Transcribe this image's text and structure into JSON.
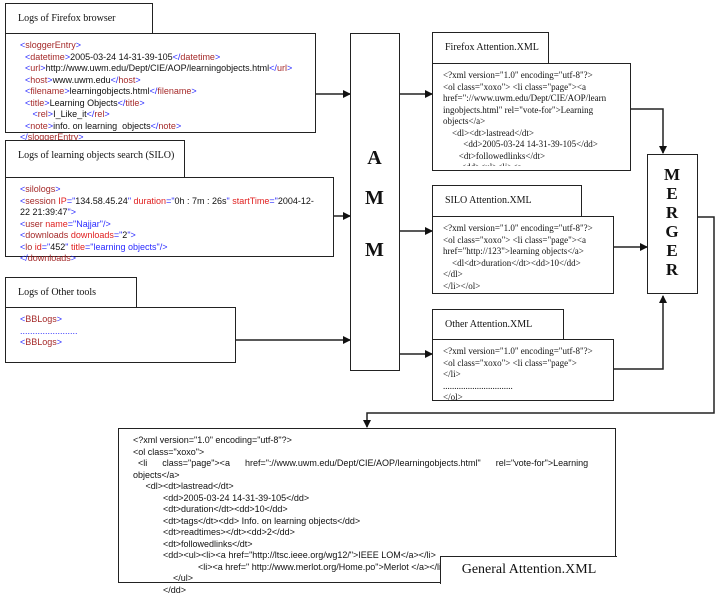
{
  "inputs": {
    "firefox": {
      "title": "Logs of Firefox browser",
      "lines": [
        [
          [
            "b",
            "<"
          ],
          [
            "t",
            "sloggerEntry"
          ],
          [
            "b",
            ">"
          ]
        ],
        [
          [
            "s",
            "  "
          ],
          [
            "b",
            "<"
          ],
          [
            "t",
            "datetime"
          ],
          [
            "b",
            ">"
          ],
          [
            "s",
            "2005-03-24 14-31-39-105"
          ],
          [
            "b",
            "</"
          ],
          [
            "t",
            "datetime"
          ],
          [
            "b",
            ">"
          ]
        ],
        [
          [
            "s",
            "  "
          ],
          [
            "b",
            "<"
          ],
          [
            "t",
            "url"
          ],
          [
            "b",
            ">"
          ],
          [
            "s",
            "http://www.uwm.edu/Dept/CIE/AOP/learningobjects.html"
          ],
          [
            "b",
            "</"
          ],
          [
            "t",
            "url"
          ],
          [
            "b",
            ">"
          ]
        ],
        [
          [
            "s",
            "  "
          ],
          [
            "b",
            "<"
          ],
          [
            "t",
            "host"
          ],
          [
            "b",
            ">"
          ],
          [
            "s",
            "www.uwm.edu"
          ],
          [
            "b",
            "</"
          ],
          [
            "t",
            "host"
          ],
          [
            "b",
            ">"
          ]
        ],
        [
          [
            "s",
            "  "
          ],
          [
            "b",
            "<"
          ],
          [
            "t",
            "filename"
          ],
          [
            "b",
            ">"
          ],
          [
            "s",
            "learningobjects.html"
          ],
          [
            "b",
            "</"
          ],
          [
            "t",
            "filename"
          ],
          [
            "b",
            ">"
          ]
        ],
        [
          [
            "s",
            "  "
          ],
          [
            "b",
            "<"
          ],
          [
            "t",
            "title"
          ],
          [
            "b",
            ">"
          ],
          [
            "s",
            "Learning Objects"
          ],
          [
            "b",
            "</"
          ],
          [
            "t",
            "title"
          ],
          [
            "b",
            ">"
          ]
        ],
        [
          [
            "s",
            "     "
          ],
          [
            "b",
            "<"
          ],
          [
            "t",
            "rel"
          ],
          [
            "b",
            ">"
          ],
          [
            "s",
            "I_Like_it"
          ],
          [
            "b",
            "</"
          ],
          [
            "t",
            "rel"
          ],
          [
            "b",
            ">"
          ]
        ],
        [
          [
            "s",
            "  "
          ],
          [
            "b",
            "<"
          ],
          [
            "t",
            "note"
          ],
          [
            "b",
            ">"
          ],
          [
            "s",
            "info. on learning  objects"
          ],
          [
            "b",
            "</"
          ],
          [
            "t",
            "note"
          ],
          [
            "b",
            ">"
          ]
        ],
        [
          [
            "b",
            "</"
          ],
          [
            "t",
            "sloggerEntry"
          ],
          [
            "b",
            ">"
          ]
        ]
      ]
    },
    "silo": {
      "title": "Logs of learning objects search (SILO)",
      "lines": [
        [
          [
            "b",
            "<"
          ],
          [
            "t",
            "silologs"
          ],
          [
            "b",
            ">"
          ]
        ],
        [
          [
            "b",
            "<"
          ],
          [
            "t",
            "session "
          ],
          [
            "a",
            "IP"
          ],
          [
            "b",
            "=\""
          ],
          [
            "s",
            "134.58.45.24"
          ],
          [
            "b",
            "\""
          ],
          [
            "a",
            " duration"
          ],
          [
            "b",
            "=\""
          ],
          [
            "s",
            "0h : 7m : 26s"
          ],
          [
            "b",
            "\""
          ],
          [
            "a",
            " startTime"
          ],
          [
            "b",
            "=\""
          ],
          [
            "s",
            "2004-12-"
          ]
        ],
        [
          [
            "s",
            "22 21:39:47"
          ],
          [
            "b",
            "\">"
          ]
        ],
        [
          [
            "b",
            "<"
          ],
          [
            "t",
            "user "
          ],
          [
            "a",
            "name"
          ],
          [
            "b",
            "=\""
          ],
          [
            "v",
            "Najjar"
          ],
          [
            "b",
            "\"/>"
          ]
        ],
        [
          [
            "b",
            "<"
          ],
          [
            "t",
            "downloads "
          ],
          [
            "a",
            "downloads"
          ],
          [
            "b",
            "=\""
          ],
          [
            "s",
            "2"
          ],
          [
            "b",
            "\">"
          ]
        ],
        [
          [
            "b",
            "<"
          ],
          [
            "t",
            "lo "
          ],
          [
            "a",
            "id"
          ],
          [
            "b",
            "=\""
          ],
          [
            "s",
            "452"
          ],
          [
            "b",
            "\""
          ],
          [
            "a",
            " title"
          ],
          [
            "b",
            "=\""
          ],
          [
            "v",
            "learning objects"
          ],
          [
            "b",
            "\"/>"
          ]
        ],
        [
          [
            "b",
            "</"
          ],
          [
            "t",
            "downloads"
          ],
          [
            "b",
            ">"
          ]
        ]
      ]
    },
    "other": {
      "title": "Logs of Other tools",
      "lines": [
        [
          [
            "b",
            "<"
          ],
          [
            "t",
            "BBLogs"
          ],
          [
            "b",
            ">"
          ]
        ],
        [
          [
            "d",
            "......................."
          ]
        ],
        [
          [
            "b",
            "<"
          ],
          [
            "t",
            "BBLogs"
          ],
          [
            "b",
            ">"
          ]
        ]
      ]
    }
  },
  "processor": {
    "letters": [
      "A",
      "M",
      "M"
    ]
  },
  "attention": {
    "firefox": {
      "title": "Firefox Attention.XML",
      "lines": [
        "<?xml version=\"1.0\" encoding=\"utf-8\"?>",
        "<ol class=\"xoxo\"> <li class=\"page\"><a",
        "href=\"://www.uwm.edu/Dept/CIE/AOP/learn",
        "ingobjects.html\" rel=\"vote-for\">Learning",
        "objects</a>",
        "    <dl><dt>lastread</dt>",
        "         <dd>2005-03-24 14-31-39-105</dd>",
        "       <dt>followedlinks</dt>",
        "        <dd><ul><li><a"
      ]
    },
    "silo": {
      "title": "SILO Attention.XML",
      "lines": [
        "<?xml version=\"1.0\" encoding=\"utf-8\"?>",
        "<ol class=\"xoxo\"> <li class=\"page\"><a",
        "href=\"http://123\">learning objects</a>",
        "    <dl<dt>duration</dt><dd>10</dd>",
        "</dl>",
        "</li></ol>"
      ]
    },
    "other": {
      "title": "Other Attention.XML",
      "lines": [
        "<?xml version=\"1.0\" encoding=\"utf-8\"?>",
        "<ol class=\"xoxo\"> <li class=\"page\">",
        "</li>",
        "...............................",
        "</ol>"
      ]
    }
  },
  "merger": {
    "letters": [
      "M",
      "E",
      "R",
      "G",
      "E",
      "R"
    ]
  },
  "general": {
    "title": "General Attention.XML",
    "lines": [
      "<?xml version=\"1.0\" encoding=\"utf-8\"?>",
      "<ol class=\"xoxo\">",
      "  <li      class=\"page\"><a      href=\"://www.uwm.edu/Dept/CIE/AOP/learningobjects.html\"      rel=\"vote-for\">Learning",
      "objects</a>",
      "     <dl><dt>lastread</dt>",
      "            <dd>2005-03-24 14-31-39-105</dd>",
      "            <dt>duration</dt><dd>10</dd>",
      "            <dt>tags</dt><dd> Info. on learning objects</dd>",
      "            <dt>readtimes></dt><dd>2</dd>",
      "            <dt>followedlinks</dt>",
      "            <dd><ul><li><a href=\"http://ltsc.ieee.org/wg12/\">IEEE LOM</a></li>",
      "                          <li><a href=\" http://www.merlot.org/Home.po\">Merlot </a></li>",
      "                </ul>",
      "            </dd>"
    ]
  }
}
